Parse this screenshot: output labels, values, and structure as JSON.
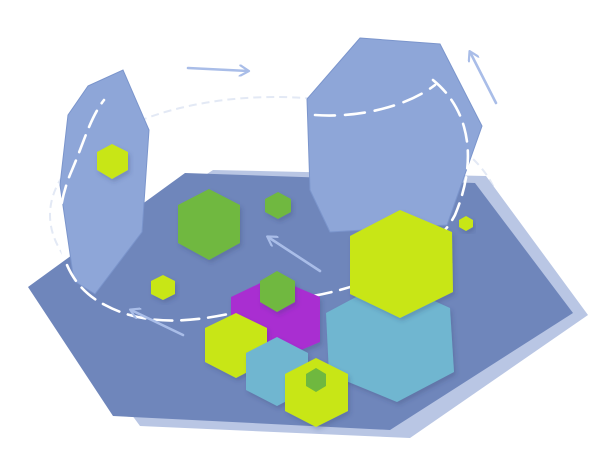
{
  "illustration": {
    "colors": {
      "background": "#ffffff",
      "base_shadow": "#b9c6e4",
      "base": "#6f86bb",
      "panel": "#8ea6d8",
      "panel_edge": "#7b95cc",
      "arrow": "#a9bde8",
      "dashed_path": "#ffffff",
      "faint_ring": "#e3e9f5",
      "lime": "#c8e612",
      "lime_dark": "#9cb80c",
      "green": "#6fb83f",
      "green_dark": "#4f8f2b",
      "magenta": "#a92fd1",
      "teal": "#6fb6d0",
      "teal_dark": "#4f94ae"
    },
    "icons": [
      "hexagon-platform",
      "hexagon-panel",
      "hexagon-tile",
      "arrow"
    ]
  }
}
